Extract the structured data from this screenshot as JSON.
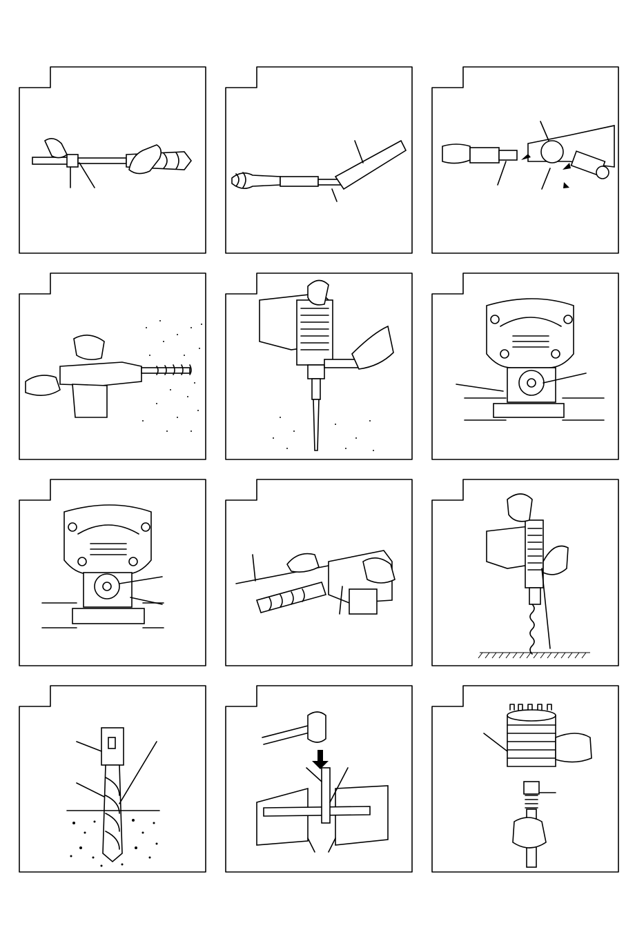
{
  "page": {
    "figures": [
      {
        "id": "fig-1",
        "icon": "grease-bit-shank-illustration"
      },
      {
        "id": "fig-2",
        "icon": "grease-tube-illustration"
      },
      {
        "id": "fig-3",
        "icon": "insert-bit-chuck-illustration"
      },
      {
        "id": "fig-4",
        "icon": "hammer-drill-horizontal-illustration"
      },
      {
        "id": "fig-5",
        "icon": "chisel-downward-illustration"
      },
      {
        "id": "fig-6",
        "icon": "mode-switch-dial-illustration"
      },
      {
        "id": "fig-7",
        "icon": "mode-switch-dial-alt-illustration"
      },
      {
        "id": "fig-8",
        "icon": "depth-gauge-rod-illustration"
      },
      {
        "id": "fig-9",
        "icon": "drilling-floor-illustration"
      },
      {
        "id": "fig-10",
        "icon": "bit-in-concrete-illustration"
      },
      {
        "id": "fig-11",
        "icon": "cotter-removal-illustration"
      },
      {
        "id": "fig-12",
        "icon": "core-bit-adapter-illustration"
      }
    ]
  }
}
